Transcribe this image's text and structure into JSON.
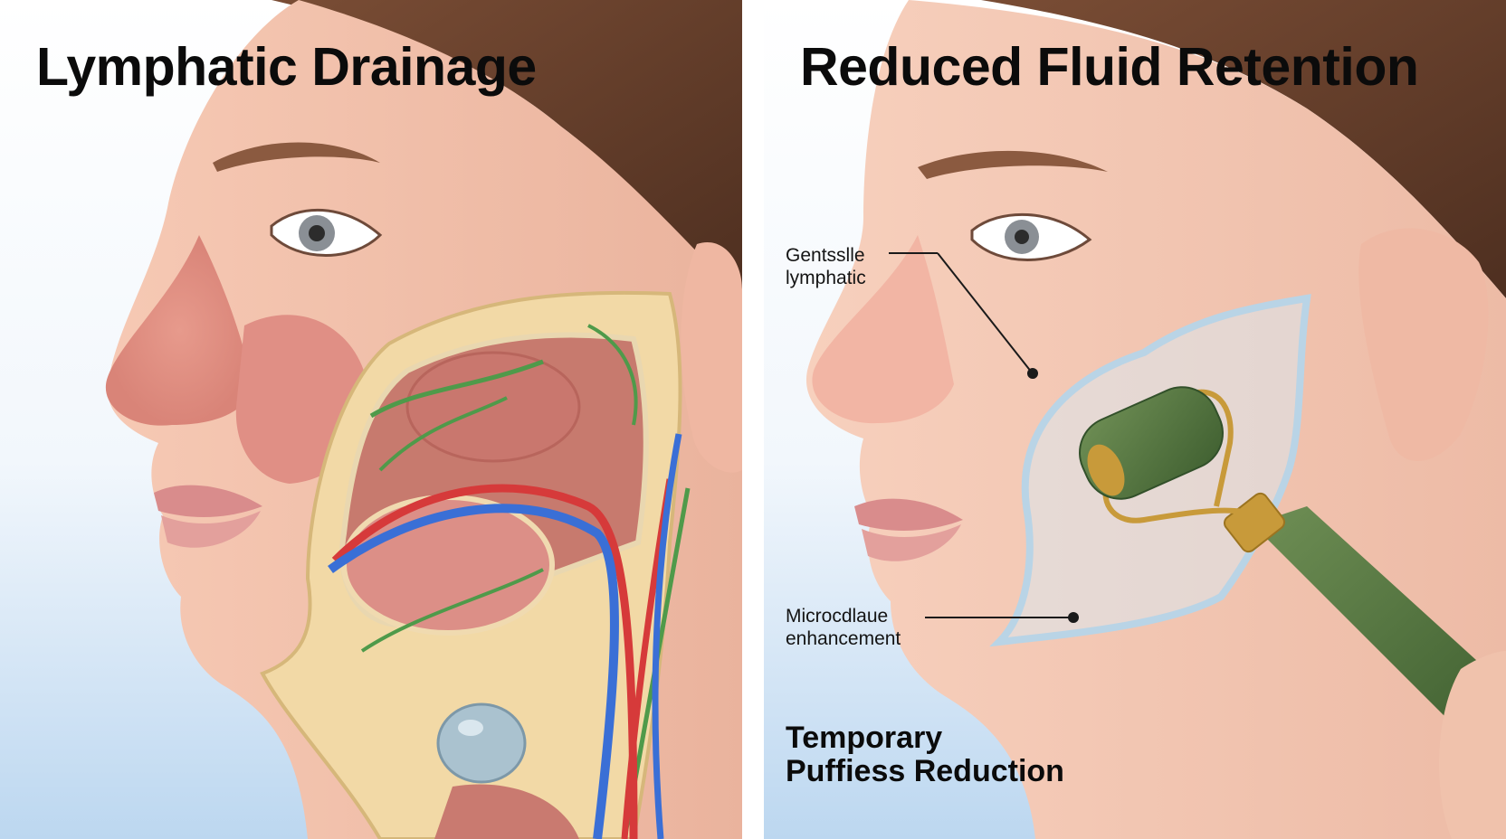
{
  "left_panel": {
    "title": "Lymphatic Drainage"
  },
  "right_panel": {
    "title": "Reduced Fluid Retention",
    "annotations": [
      {
        "line1": "Gentsslle",
        "line2": "lymphatic"
      },
      {
        "line1": "Microcdlaue",
        "line2": "enhancement"
      }
    ],
    "caption": {
      "line1": "Temporary",
      "line2": "Puffiess Reduction"
    }
  }
}
